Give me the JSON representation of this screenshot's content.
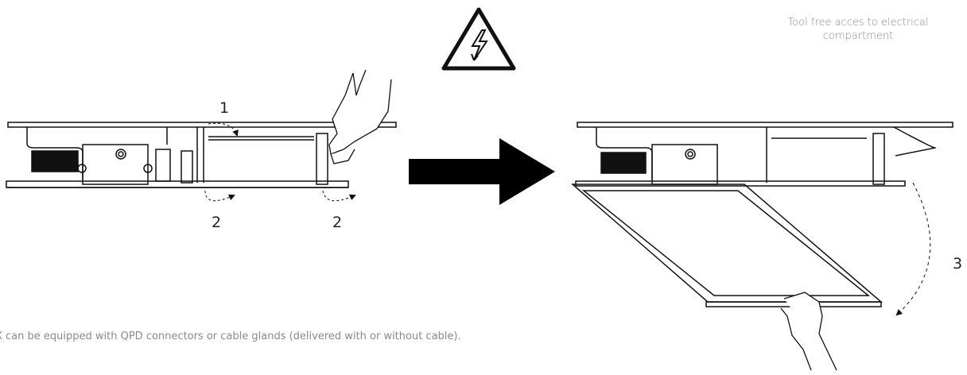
{
  "caption": "Tool free acces to electrical compartment",
  "footnote": "X can be equipped with QPD connectors or cable glands (delivered with or without cable).",
  "steps": {
    "step1": "1",
    "step2a": "2",
    "step2b": "2",
    "step3": "3"
  },
  "icons": [
    "high-voltage-warning-icon",
    "arrow-right-icon",
    "hand-icon"
  ]
}
